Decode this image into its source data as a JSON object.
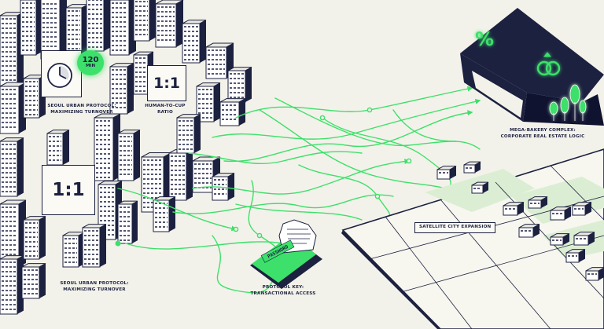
{
  "colors": {
    "navy": "#1c2140",
    "green": "#3de06a",
    "background": "#f3f2ea",
    "window": "#ffffff",
    "plot": "#dbeed3"
  },
  "icons": {
    "clock": "clock-icon",
    "percent": "percent-icon",
    "rings": "rings-icon",
    "trees": "tree-icon",
    "receipt": "receipt-icon"
  },
  "badges": {
    "clock_minutes": "120",
    "clock_unit": "MIN",
    "ratio_top": "1:1",
    "ratio_big": "1:1",
    "percent": "%"
  },
  "labels": {
    "seoul_upper_line1": "SEOUL URBAN PROTOCOL:",
    "seoul_upper_line2": "MAXIMIZING TURNOVER",
    "ratio_line1": "HUMAN-TO-CUP",
    "ratio_line2": "RATIO",
    "seoul_lower_line1": "SEOUL URBAN PROTOCOL:",
    "seoul_lower_line2": "MAXIMIZING TURNOVER",
    "protocol_key_line1": "PROTOCOL KEY:",
    "protocol_key_line2": "TRANSACTIONAL ACCESS",
    "bakery_line1": "MEGA-BAKERY COMPLEX:",
    "bakery_line2": "CORPORATE REAL ESTATE LOGIC",
    "satellite": "SATELLITE CITY EXPANSION",
    "password": "PASSWORD"
  }
}
